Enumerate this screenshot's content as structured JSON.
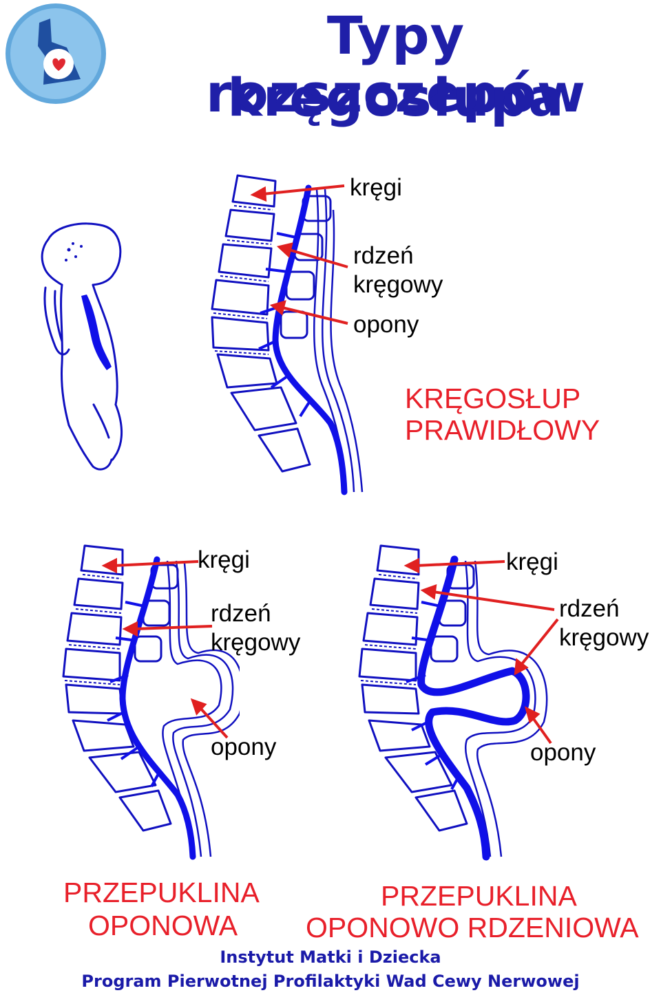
{
  "title": {
    "line1": "Typy rozszczepów",
    "line2": "kręgosłupa"
  },
  "colors": {
    "title": "#1f1fa8",
    "diagram_blue": "#1010e8",
    "arrow_red": "#e02020",
    "heading_red": "#e8202a"
  },
  "panels": {
    "normal": {
      "label_vertebrae": "kręgi",
      "label_cord_1": "rdzeń",
      "label_cord_2": "kręgowy",
      "label_meninges": "opony",
      "heading_1": "KRĘGOSŁUP",
      "heading_2": "PRAWIDŁOWY"
    },
    "meningocele": {
      "label_vertebrae": "kręgi",
      "label_cord_1": "rdzeń",
      "label_cord_2": "kręgowy",
      "label_meninges": "opony",
      "heading_1": "PRZEPUKLINA",
      "heading_2": "OPONOWA"
    },
    "myelomeningocele": {
      "label_vertebrae": "kręgi",
      "label_cord_1": "rdzeń",
      "label_cord_2": "kręgowy",
      "label_meninges": "opony",
      "heading_1": "PRZEPUKLINA",
      "heading_2": "OPONOWO RDZENIOWA"
    }
  },
  "footer": {
    "line1": "Instytut Matki i Dziecka",
    "line2": "Program Pierwotnej Profilaktyki Wad Cewy Nerwowej"
  }
}
